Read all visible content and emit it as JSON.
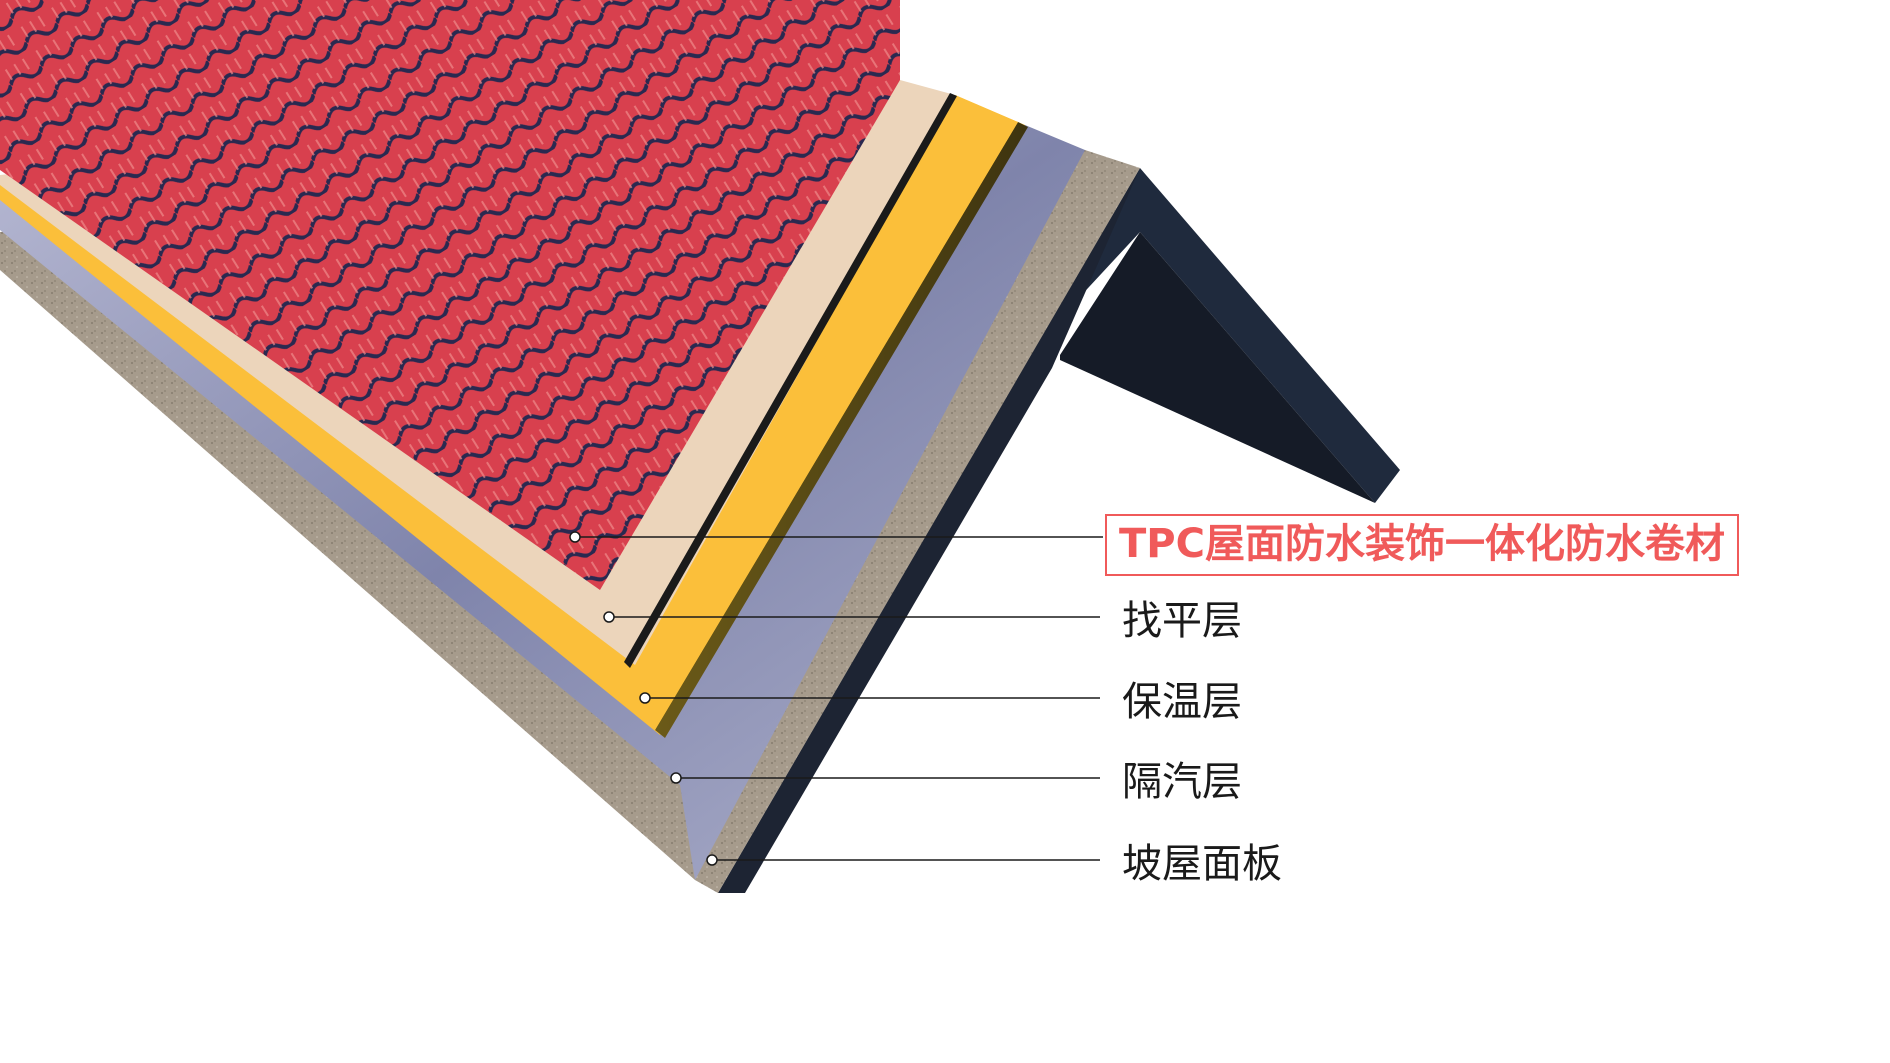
{
  "layers": [
    {
      "id": "tpc-membrane",
      "label": "TPC屋面防水装饰一体化防水卷材",
      "highlight": true,
      "color": "#d8404e"
    },
    {
      "id": "leveling",
      "label": "找平层",
      "highlight": false,
      "color": "#ecd5bb"
    },
    {
      "id": "insulation",
      "label": "保温层",
      "highlight": false,
      "color": "#fbbf3a"
    },
    {
      "id": "vapor-barrier",
      "label": "隔汽层",
      "highlight": false,
      "color": "#8b8fb3"
    },
    {
      "id": "roof-panel",
      "label": "坡屋面板",
      "highlight": false,
      "color": "#a69b8c"
    }
  ],
  "colors": {
    "highlight_text": "#f05a5a",
    "leader_line": "#1a1a1a",
    "substrate": "#1d2433"
  }
}
